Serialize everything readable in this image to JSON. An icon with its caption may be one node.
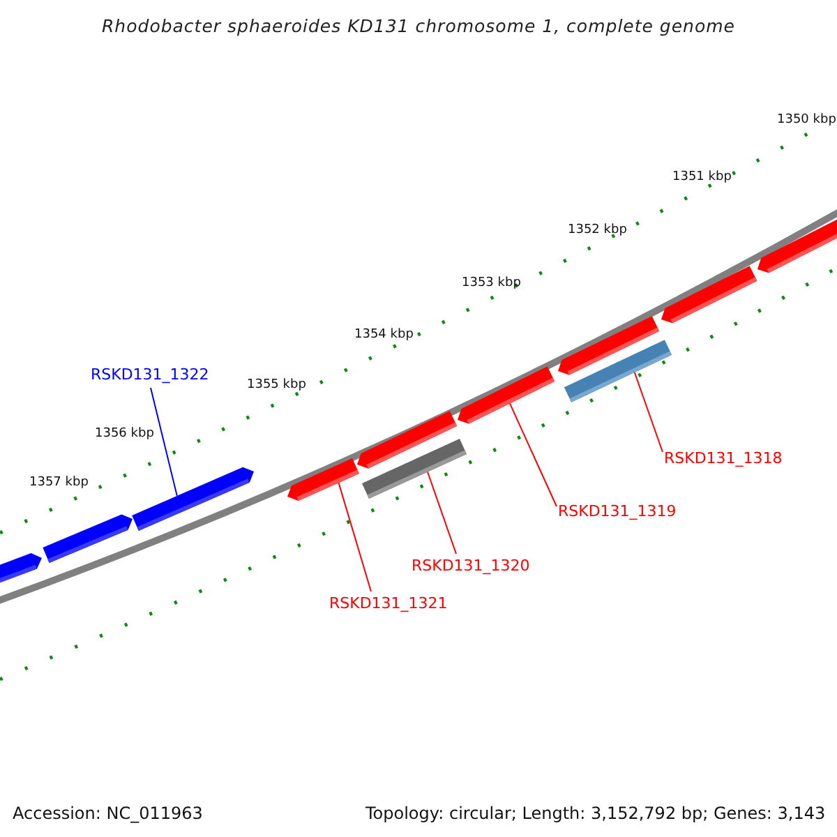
{
  "diagram": {
    "title": "Rhodobacter sphaeroides KD131 chromosome 1, complete genome",
    "nodes": [
      {
        "text": [],
        "shape": "bar"
      },
      {
        "text": [],
        "shape": "bar"
      },
      {
        "text": [],
        "shape": "bar"
      },
      {
        "text": [],
        "shape": "bar"
      },
      {
        "text": [],
        "shape": "bar"
      },
      {
        "text": [],
        "shape": "bar"
      },
      {
        "text": [],
        "shape": "bar"
      },
      {
        "text": [],
        "shape": "bar"
      },
      {
        "text": [],
        "shape": "bar"
      },
      {
        "text": [],
        "shape": "bar"
      },
      {
        "text": [],
        "shape": "bar"
      },
      {
        "text": [
          "RSKD131_1322"
        ]
      },
      {
        "text": [
          "RSKD131_1321"
        ]
      },
      {
        "text": [
          "RSKD131_1320"
        ]
      },
      {
        "text": [
          "RSKD131_1319"
        ]
      },
      {
        "text": [
          "RSKD131_1318"
        ]
      }
    ],
    "edges": [
      {
        "from": 11,
        "to": 2,
        "arrow": "none",
        "color": "#0000ff"
      },
      {
        "from": 12,
        "to": 3,
        "arrow": "none"
      },
      {
        "from": 13,
        "to": 4,
        "arrow": "none"
      },
      {
        "from": 14,
        "to": 6,
        "arrow": "none"
      },
      {
        "from": 15,
        "to": 7,
        "arrow": "none"
      }
    ],
    "labels": [
      "1350 kbp",
      "1351 kbp",
      "1352 kbp",
      "1353 kbp",
      "1354 kbp",
      "1355 kbp",
      "1356 kbp",
      "1357 kbp",
      "Accession: NC_011963",
      "Topology: circular; Length: 3,152,792 bp; Genes: 3,143"
    ]
  }
}
